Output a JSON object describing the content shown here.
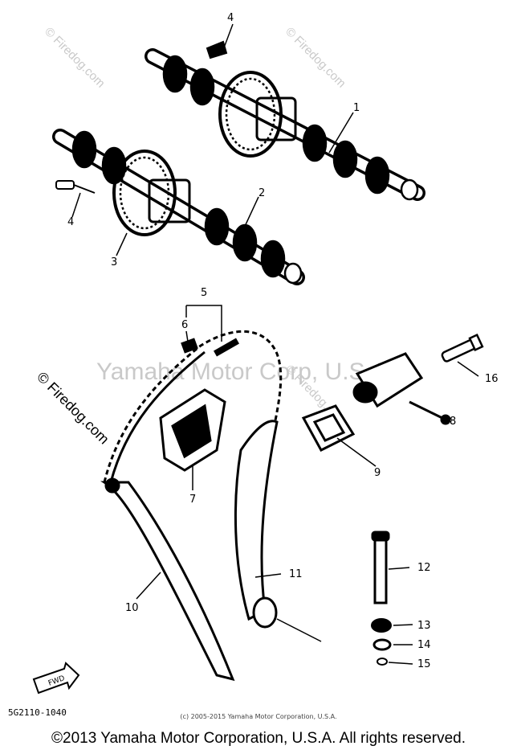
{
  "diagram": {
    "callouts": [
      "1",
      "2",
      "3",
      "4",
      "4",
      "5",
      "6",
      "7",
      "8",
      "9",
      "10",
      "11",
      "12",
      "13",
      "14",
      "15",
      "16"
    ],
    "part_code": "5G2110-1040",
    "fwd_label": "FWD"
  },
  "watermarks": {
    "center": "Yamaha Motor Corp, U.S.A.",
    "firedog": "© Firedog.com"
  },
  "footer": {
    "small_print": "(c) 2005-2015 Yamaha Motor Corporation, U.S.A.",
    "copyright": "©2013 Yamaha Motor Corporation, U.S.A. All rights reserved."
  }
}
